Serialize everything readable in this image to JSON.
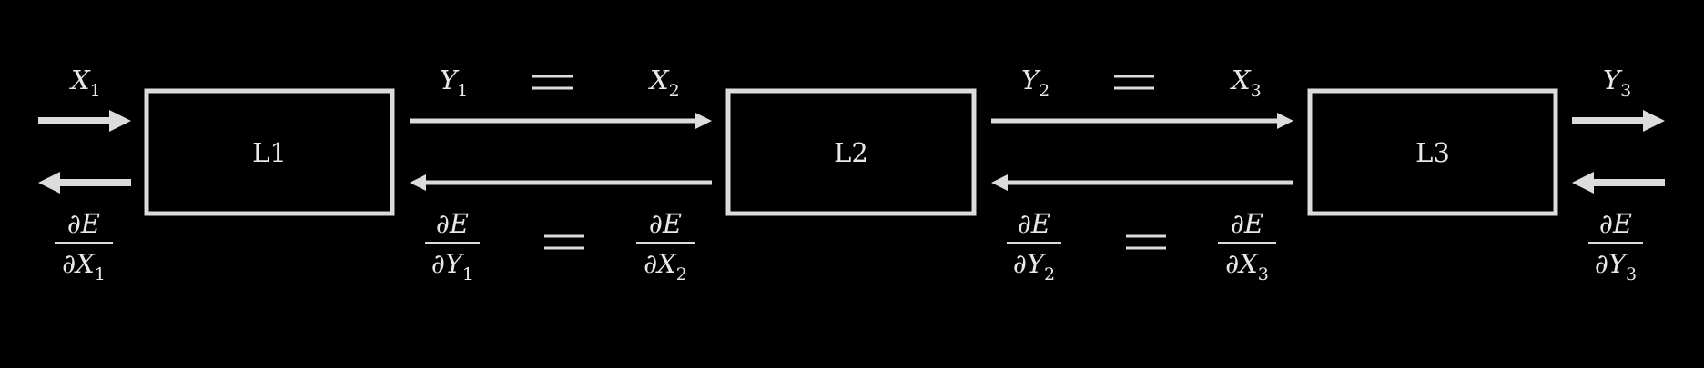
{
  "colors": {
    "background": "#000000",
    "foreground": "#dcdcdc"
  },
  "layers": [
    {
      "label": "L1"
    },
    {
      "label": "L2"
    },
    {
      "label": "L3"
    }
  ],
  "forward": {
    "x1": {
      "base": "X",
      "sub": "1"
    },
    "y1": {
      "base": "Y",
      "sub": "1"
    },
    "x2": {
      "base": "X",
      "sub": "2"
    },
    "y2": {
      "base": "Y",
      "sub": "2"
    },
    "x3": {
      "base": "X",
      "sub": "3"
    },
    "y3": {
      "base": "Y",
      "sub": "3"
    }
  },
  "backward": {
    "d": "∂",
    "num": "E",
    "x1": {
      "var": "X",
      "sub": "1"
    },
    "y1": {
      "var": "Y",
      "sub": "1"
    },
    "x2": {
      "var": "X",
      "sub": "2"
    },
    "y2": {
      "var": "Y",
      "sub": "2"
    },
    "x3": {
      "var": "X",
      "sub": "3"
    },
    "y3": {
      "var": "Y",
      "sub": "3"
    }
  }
}
